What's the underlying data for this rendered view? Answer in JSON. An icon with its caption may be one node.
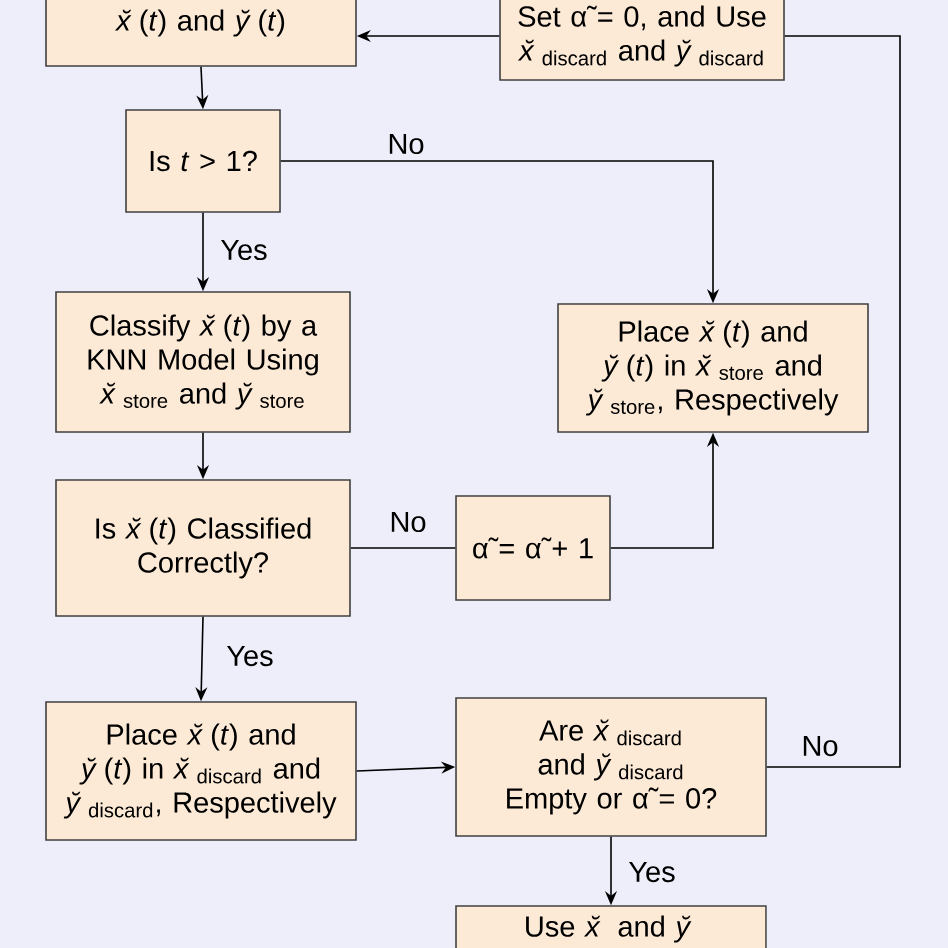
{
  "diagram": {
    "nodes": [
      {
        "text": [
          "*x̆*(*t*) and *y̆*(*t*)"
        ]
      },
      {
        "text": [
          "Set α̃ = 0, and Use *x̆*$_{discard}$ and *y̆*$_{discard}$"
        ]
      },
      {
        "text": [
          "Is *t* > 1?"
        ]
      },
      {
        "text": [
          "Classify *x̆*(*t*) by a KNN Model Using *x̆*$_{store}$ and *y̆*$_{store}$"
        ]
      },
      {
        "text": [
          "Place *x̆*(*t*) and *y̆*(*t*) in *x̆*$_{store}$ and *y̆*$_{store}$, Respectively"
        ]
      },
      {
        "text": [
          "Is *x̆*(*t*) Classified Correctly?"
        ]
      },
      {
        "text": [
          "α̃ = α̃ + 1"
        ]
      },
      {
        "text": [
          "Place *x̆*(*t*) and *y̆*(*t*) in *x̆*$_{discard}$ and *y̆*$_{discard}$, Respectively"
        ]
      },
      {
        "text": [
          "Are *x̆*$_{discard}$ and *y̆*$_{discard}$ Empty or α̃ = 0?"
        ]
      },
      {
        "text": [
          "Use *x̆* and *y̆*"
        ]
      }
    ],
    "edges": [
      {
        "from": 1,
        "to": 0,
        "arrow": "to"
      },
      {
        "from": 0,
        "to": 2,
        "arrow": "to"
      },
      {
        "from": 2,
        "to": 4,
        "arrow": "to",
        "label": "No"
      },
      {
        "from": 2,
        "to": 3,
        "arrow": "to",
        "label": "Yes"
      },
      {
        "from": 3,
        "to": 5,
        "arrow": "to"
      },
      {
        "from": 5,
        "to": 6,
        "arrow": "none",
        "label": "No"
      },
      {
        "from": 6,
        "to": 4,
        "arrow": "to"
      },
      {
        "from": 5,
        "to": 7,
        "arrow": "to",
        "label": "Yes"
      },
      {
        "from": 7,
        "to": 8,
        "arrow": "to"
      },
      {
        "from": 8,
        "to": 1,
        "arrow": "none",
        "label": "No"
      },
      {
        "from": 8,
        "to": 9,
        "arrow": "to",
        "label": "Yes"
      }
    ]
  }
}
